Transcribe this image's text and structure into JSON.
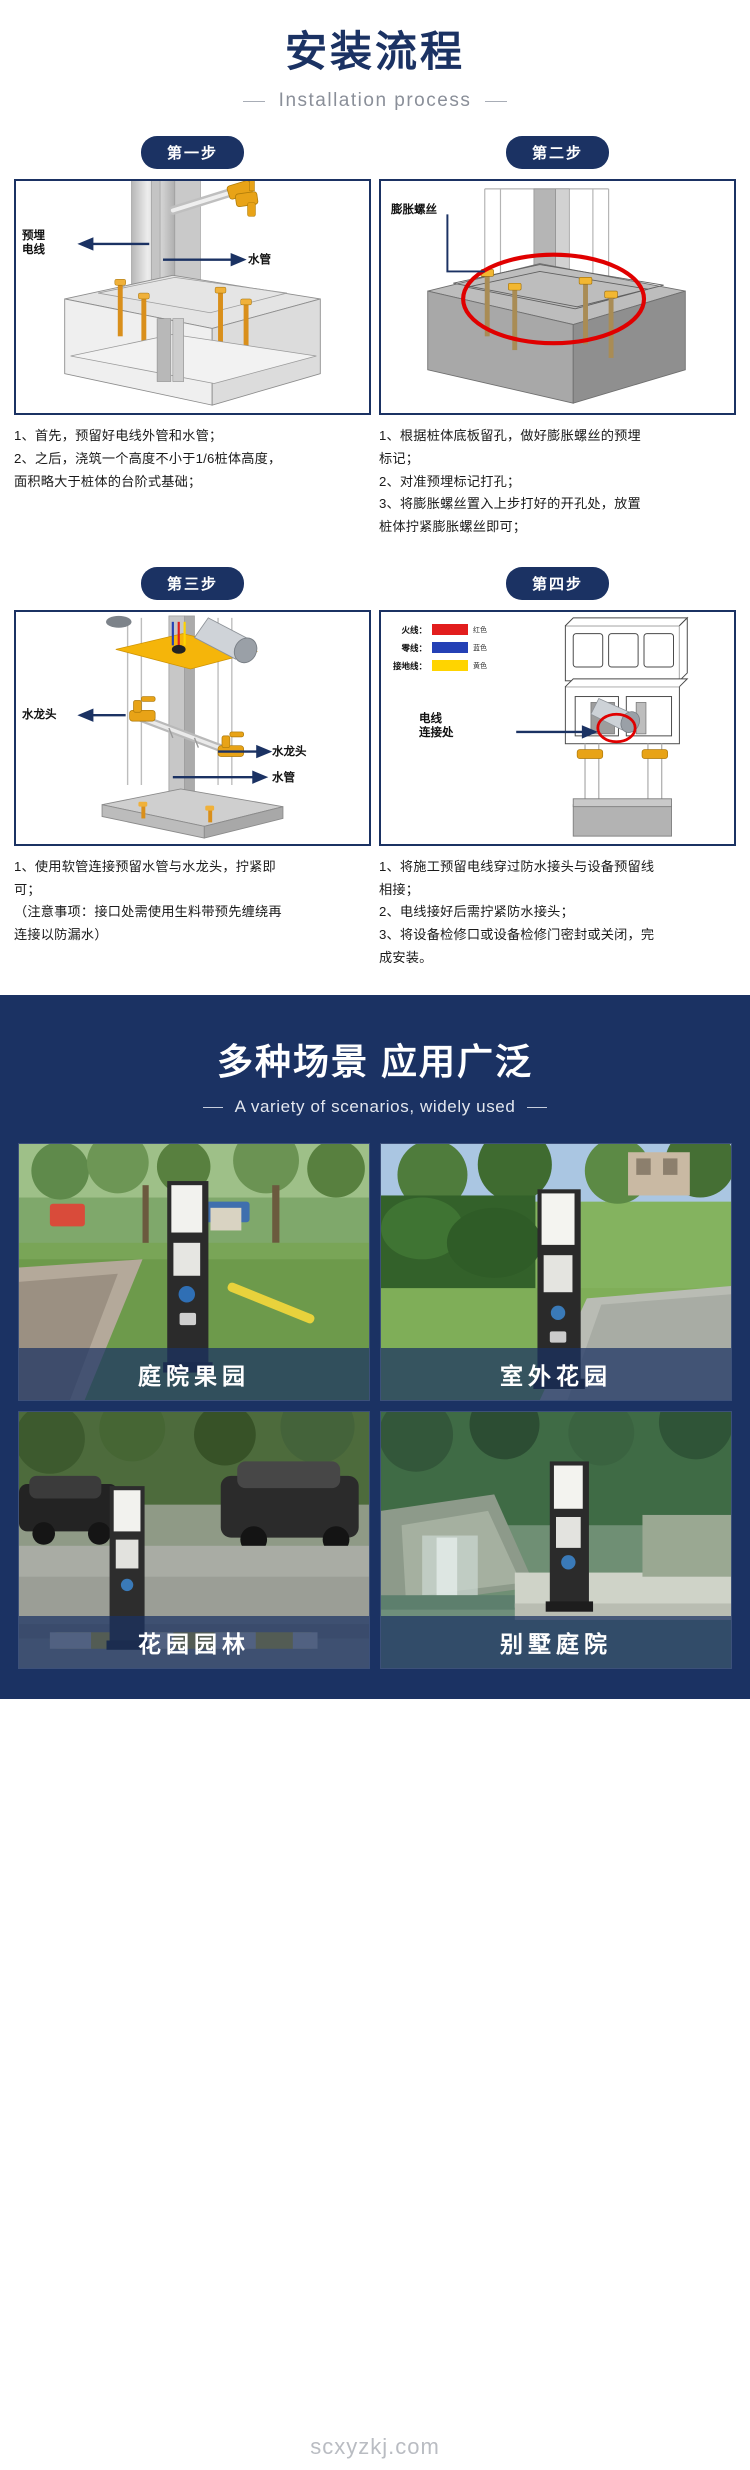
{
  "header": {
    "title_cn": "安装流程",
    "title_en": "Installation process"
  },
  "steps": [
    {
      "pill": "第一步",
      "diagram_labels": [
        "预埋\n电线",
        "水管"
      ],
      "caption_lines": [
        "1、首先，预留好电线外管和水管；",
        "2、之后，浇筑一个高度不小于1/6桩体高度，",
        "面积略大于桩体的台阶式基础；"
      ]
    },
    {
      "pill": "第二步",
      "diagram_labels": [
        "膨胀螺丝"
      ],
      "caption_lines": [
        "1、根据桩体底板留孔，做好膨胀螺丝的预埋",
        "标记；",
        "2、对准预埋标记打孔；",
        "3、将膨胀螺丝置入上步打好的开孔处，放置",
        "桩体拧紧膨胀螺丝即可；"
      ]
    },
    {
      "pill": "第三步",
      "diagram_labels": [
        "水龙头",
        "水龙头",
        "水管"
      ],
      "caption_lines": [
        "1、使用软管连接预留水管与水龙头，拧紧即",
        "可；",
        "（注意事项：接口处需使用生料带预先缠绕再",
        "连接以防漏水）"
      ]
    },
    {
      "pill": "第四步",
      "diagram_labels": [
        "电线\n连接处"
      ],
      "legend": {
        "rows": [
          {
            "name": "火线：",
            "color": "#e21d1d",
            "color_name": "红色"
          },
          {
            "name": "零线：",
            "color": "#2440b5",
            "color_name": "蓝色"
          },
          {
            "name": "接地线：",
            "color": "#ffd400",
            "color_name": "黄色"
          }
        ]
      },
      "caption_lines": [
        "1、将施工预留电线穿过防水接头与设备预留线",
        "相接；",
        "2、电线接好后需拧紧防水接头；",
        "3、将设备检修口或设备检修门密封或关闭，完",
        "成安装。"
      ]
    }
  ],
  "scenarios": {
    "title_cn": "多种场景 应用广泛",
    "title_en": "A variety of scenarios, widely used",
    "photos": [
      {
        "caption": "庭院果园"
      },
      {
        "caption": "室外花园"
      },
      {
        "caption": "花园园林"
      },
      {
        "caption": "别墅庭院"
      }
    ]
  },
  "watermark": "scxyzkj.com",
  "colors": {
    "brand_navy": "#1b3263",
    "accent_orange": "#e8a317",
    "annotation_red": "#e00000"
  }
}
